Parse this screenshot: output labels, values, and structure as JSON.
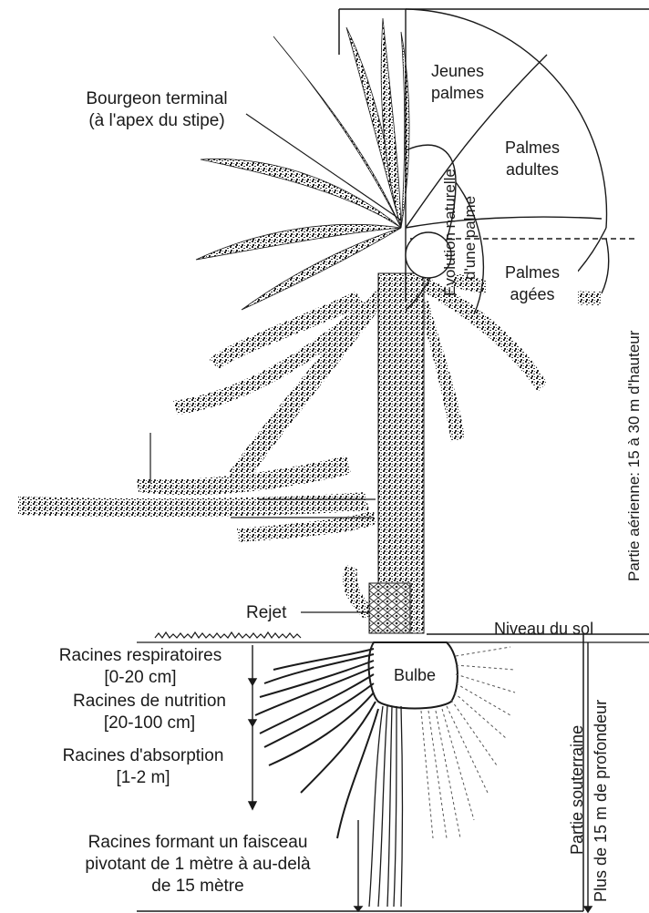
{
  "labels": {
    "bourgeon": [
      "Bourgeon terminal",
      "(à l'apex du stipe)"
    ],
    "jeunes_palmes": [
      "Jeunes",
      "palmes"
    ],
    "palmes_adultes": [
      "Palmes",
      "adultes"
    ],
    "palmes_agees": [
      "Palmes",
      "agées"
    ],
    "evolution": [
      "Évolution naturelle",
      "d'une palme"
    ],
    "hauteur": "Partie aérienne: 15 à 30 m d'hauteur",
    "rejet": "Rejet",
    "niveau_sol": "Niveau du sol",
    "bulbe": "Bulbe",
    "racines_respiratoires": [
      "Racines respiratoires",
      "[0-20 cm]"
    ],
    "racines_nutrition": [
      "Racines de nutrition",
      "[20-100 cm]"
    ],
    "racines_absorption": [
      "Racines d'absorption",
      "[1-2 m]"
    ],
    "racines_faisceau": [
      "Racines formant un faisceau",
      "pivotant de 1 mètre à au-delà",
      "de 15 mètre"
    ],
    "partie_souterraine": [
      "Partie souterraine",
      "Plus de 15 m de profondeur"
    ]
  },
  "colors": {
    "ink": "#1a1a1a",
    "foliage": "#2a2a2a",
    "trunk": "#3a3a3a",
    "background": "#ffffff"
  }
}
